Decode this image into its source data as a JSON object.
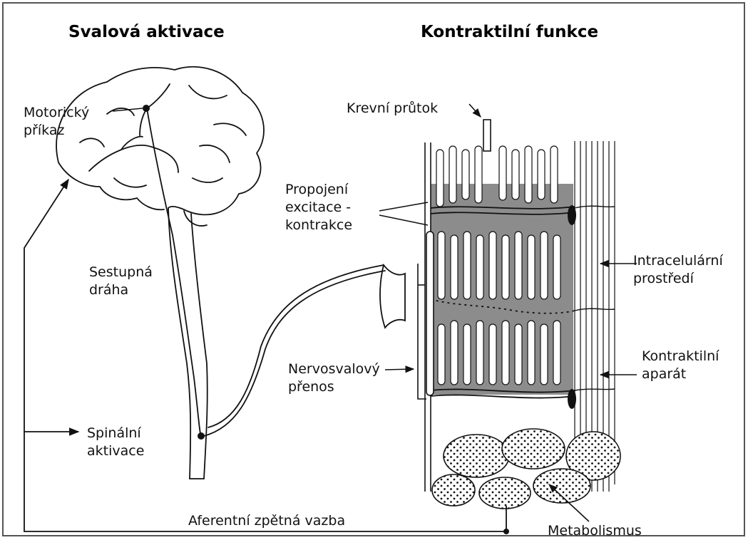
{
  "titles": {
    "left": "Svalová aktivace",
    "right": "Kontraktilní funkce"
  },
  "labels": {
    "motor_command": [
      "Motorický",
      "příkaz"
    ],
    "descending_path": [
      "Sestupná",
      "dráha"
    ],
    "spinal_activation": [
      "Spinální",
      "aktivace"
    ],
    "blood_flow": "Krevní průtok",
    "ec_coupling": [
      "Propojení",
      "excitace -",
      "kontrakce"
    ],
    "neuromuscular": [
      "Nervosvalový",
      "přenos"
    ],
    "intracellular": [
      "Intracelulární",
      "prostředí"
    ],
    "contractile": [
      "Kontraktilní",
      "aparát"
    ],
    "afferent": "Aferentní zpětná vazba",
    "metabolism": "Metabolismus"
  },
  "colors": {
    "stroke": "#111111",
    "fill_dark": "#8c8c8c",
    "frame": "#555555"
  }
}
